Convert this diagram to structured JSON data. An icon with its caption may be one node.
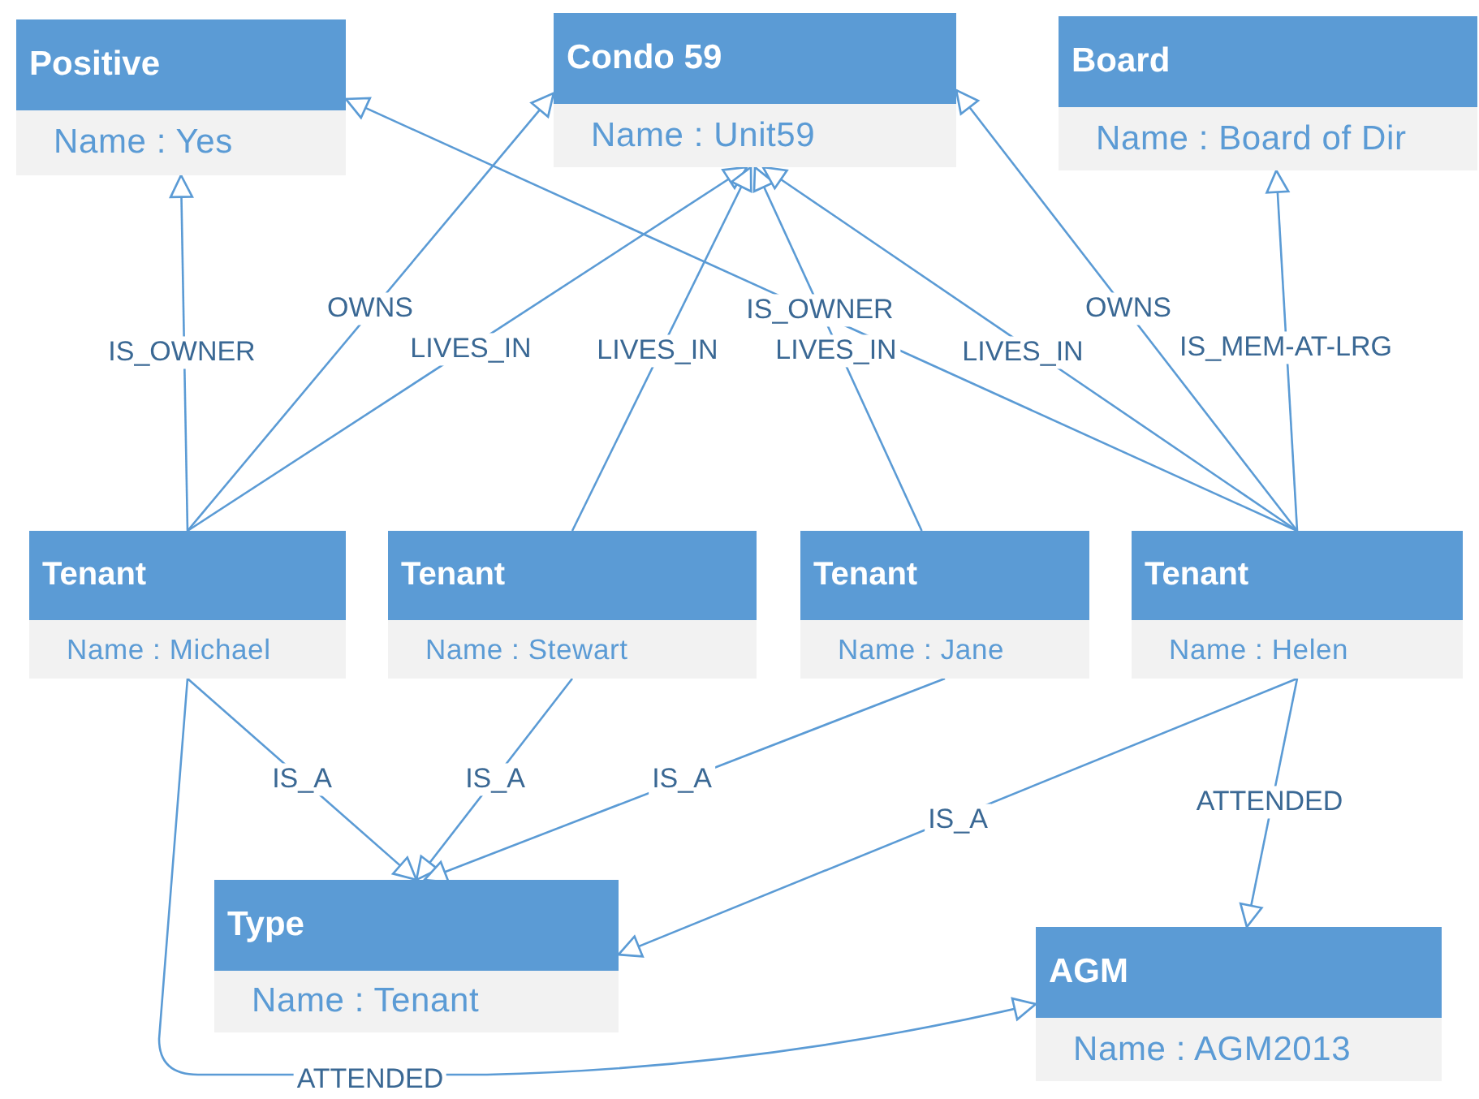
{
  "diagram": {
    "nodes": [
      {
        "text": [
          "Positive",
          "Name : Yes"
        ]
      },
      {
        "text": [
          "Condo 59",
          "Name : Unit59"
        ]
      },
      {
        "text": [
          "Board",
          "Name : Board of Dir"
        ]
      },
      {
        "text": [
          "Tenant",
          "Name : Michael"
        ]
      },
      {
        "text": [
          "Tenant",
          "Name : Stewart"
        ]
      },
      {
        "text": [
          "Tenant",
          "Name : Jane"
        ]
      },
      {
        "text": [
          "Tenant",
          "Name : Helen"
        ]
      },
      {
        "text": [
          "Type",
          "Name : Tenant"
        ]
      },
      {
        "text": [
          "AGM",
          "Name : AGM2013"
        ]
      }
    ],
    "edges": [
      {
        "from": 3,
        "to": 0,
        "arrow": "to",
        "label": "IS_OWNER"
      },
      {
        "from": 3,
        "to": 1,
        "arrow": "to",
        "label": "OWNS"
      },
      {
        "from": 3,
        "to": 1,
        "arrow": "to",
        "label": "LIVES_IN"
      },
      {
        "from": 4,
        "to": 1,
        "arrow": "to",
        "label": "LIVES_IN"
      },
      {
        "from": 5,
        "to": 1,
        "arrow": "to",
        "label": "LIVES_IN"
      },
      {
        "from": 6,
        "to": 0,
        "arrow": "to",
        "label": "IS_OWNER"
      },
      {
        "from": 6,
        "to": 1,
        "arrow": "to",
        "label": "LIVES_IN"
      },
      {
        "from": 6,
        "to": 1,
        "arrow": "to",
        "label": "OWNS"
      },
      {
        "from": 6,
        "to": 2,
        "arrow": "to",
        "label": "IS_MEM-AT-LRG"
      },
      {
        "from": 3,
        "to": 7,
        "arrow": "to",
        "label": "IS_A"
      },
      {
        "from": 4,
        "to": 7,
        "arrow": "to",
        "label": "IS_A"
      },
      {
        "from": 5,
        "to": 7,
        "arrow": "to",
        "label": "IS_A"
      },
      {
        "from": 6,
        "to": 7,
        "arrow": "to",
        "label": "IS_A"
      },
      {
        "from": 6,
        "to": 8,
        "arrow": "to",
        "label": "ATTENDED"
      },
      {
        "from": 3,
        "to": 8,
        "arrow": "to",
        "label": "ATTENDED"
      }
    ]
  }
}
